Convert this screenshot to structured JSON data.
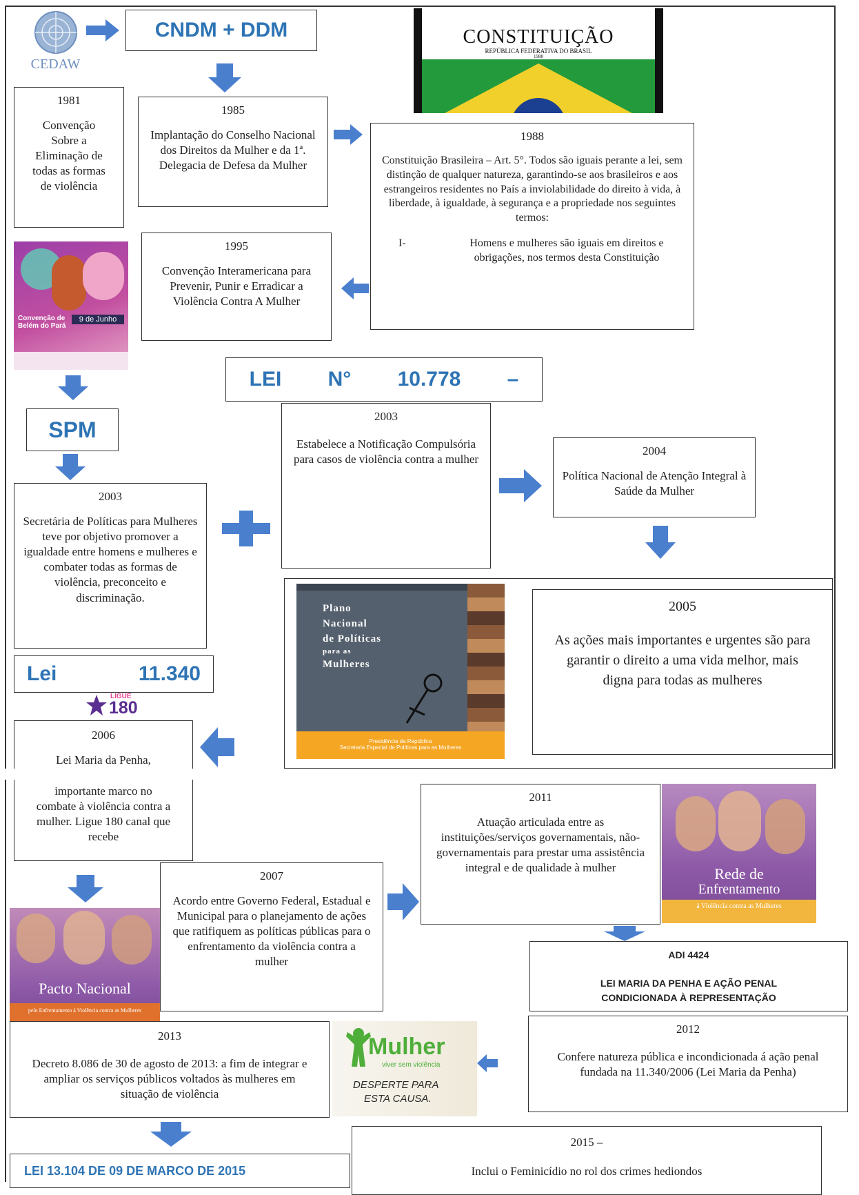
{
  "cedaw": {
    "label": "CEDAW"
  },
  "header_cndm": "CNDM + DDM",
  "constituicao": {
    "title": "CONSTITUIÇÃO",
    "subtitle": "REPÚBLICA FEDERATIVA DO BRASIL",
    "year": "1988"
  },
  "box_1981": {
    "year": "1981",
    "text": "Convenção Sobre a Eliminação de todas as formas de violência"
  },
  "box_1985": {
    "year": "1985",
    "text": "Implantação do Conselho Nacional dos Direitos da Mulher e da 1ª. Delegacia de Defesa da Mulher"
  },
  "box_1988": {
    "year": "1988",
    "text": "Constituição Brasileira – Art. 5°. Todos são iguais perante a lei, sem distinção de qualquer natureza, garantindo-se aos brasileiros e aos estrangeiros residentes no País a inviolabilidade do direito à vida, à liberdade, à igualdade, à segurança e a propriedade nos seguintes termos:",
    "item_num": "I-",
    "item_text": "Homens e mulheres são iguais em direitos e obrigações, nos termos desta Constituição"
  },
  "box_1995": {
    "year": "1995",
    "text": "Convenção Interamericana para Prevenir, Punir e Erradicar a Violência Contra A Mulher"
  },
  "belem_poster": {
    "title": "Convenção de Belém do Pará",
    "date": "9 de Junho"
  },
  "lei_10778": {
    "lei": "LEI",
    "num_sym": "N°",
    "num": "10.778",
    "dash": "–"
  },
  "spm": "SPM",
  "box_2003_notif": {
    "year": "2003",
    "text": "Estabelece a Notificação Compulsória para casos de violência contra a mulher"
  },
  "box_2004": {
    "year": "2004",
    "text": "Política Nacional de Atenção Integral à Saúde da Mulher"
  },
  "box_2003_spm": {
    "year": "2003",
    "text": "Secretária de Políticas para Mulheres teve por objetivo promover a igualdade entre homens e mulheres e combater todas as formas de violência, preconceito e discriminação."
  },
  "plano_nacional": {
    "line1": "Plano",
    "line2": "Nacional",
    "line3": "de Políticas",
    "line4": "para as",
    "line5": "Mulheres",
    "footer1": "Presidência da República",
    "footer2": "Secretaria Especial de Políticas para as Mulheres"
  },
  "box_2005": {
    "year": "2005",
    "text": "As ações mais importantes e urgentes são para garantir o direito a uma vida melhor, mais digna para todas as mulheres"
  },
  "lei_11340": {
    "lei": "Lei",
    "num": "11.340"
  },
  "ligue180": {
    "top": "LIGUE",
    "num": "180"
  },
  "box_2006": {
    "year": "2006",
    "text_a": "Lei Maria da Penha,",
    "text_b": "importante marco no combate à violência contra a mulher. Ligue 180 canal que recebe"
  },
  "box_2011": {
    "year": "2011",
    "text": "Atuação articulada entre as instituições/serviços governamentais, não-governamentais para prestar uma assistência integral e de qualidade à mulher"
  },
  "rede": {
    "title1": "Rede de",
    "title2": "Enfrentamento",
    "subtitle": "à Violência contra as Mulheres"
  },
  "box_2007": {
    "year": "2007",
    "text": "Acordo entre Governo Federal, Estadual e Municipal para o planejamento de ações que ratifiquem as políticas públicas para o enfrentamento da violência contra a mulher"
  },
  "pacto": {
    "title": "Pacto Nacional",
    "subtitle": "pelo Enfrentamento à Violência contra as Mulheres"
  },
  "adi": {
    "title": "ADI 4424",
    "text": "LEI MARIA DA PENHA E AÇÃO PENAL CONDICIONADA À REPRESENTAÇÃO"
  },
  "box_2013": {
    "year": "2013",
    "text": "Decreto 8.086 de 30 de agosto de 2013: a fim de integrar e ampliar os serviços públicos voltados às mulheres em situação de violência"
  },
  "mulher_logo": {
    "title": "Mulher",
    "sub": "viver sem violência",
    "line1": "DESPERTE PARA",
    "line2": "ESTA CAUSA."
  },
  "box_2012": {
    "year": "2012",
    "text": "Confere natureza pública e incondicionada á ação penal fundada na 11.340/2006 (Lei Maria da Penha)"
  },
  "lei_13104": "LEI 13.104 DE 09 DE MARCO DE 2015",
  "box_2015": {
    "year": "2015 –",
    "text": "Inclui o Feminicídio no rol dos crimes hediondos"
  },
  "colors": {
    "arrow": "#4a7fce",
    "header_blue": "#2e74b5",
    "plano_bg": "#55606e",
    "plano_band": "#f5a623",
    "rede_bg": "#8e5aa8",
    "pacto_bg": "#8e5aa8"
  }
}
